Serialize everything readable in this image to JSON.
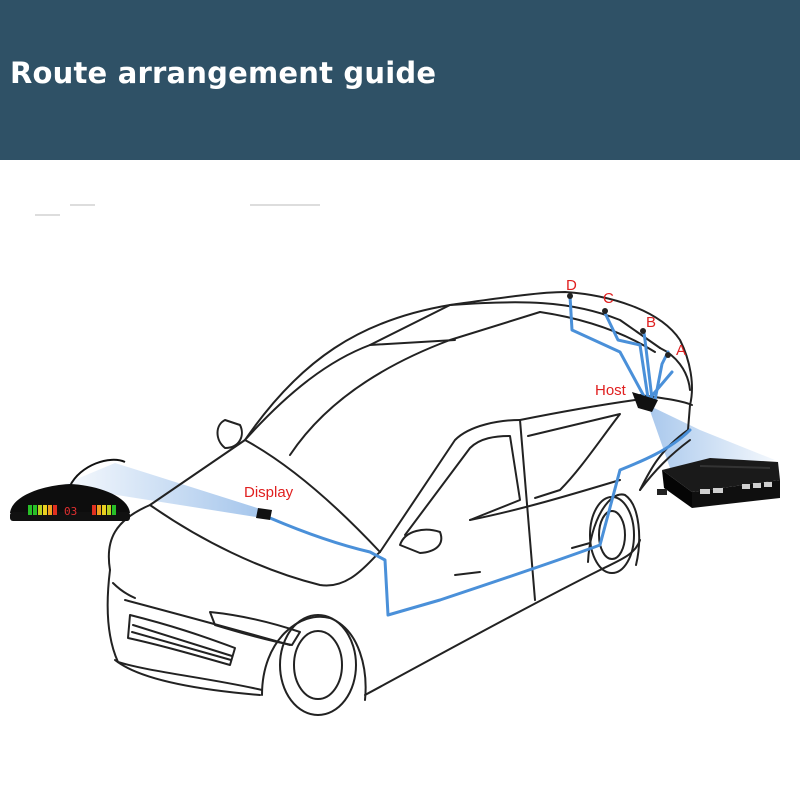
{
  "header": {
    "title": "Route arrangement guide",
    "background_color": "#2f5166"
  },
  "diagram": {
    "labels": {
      "display": "Display",
      "host": "Host",
      "sensor_a": "A",
      "sensor_b": "B",
      "sensor_c": "C",
      "sensor_d": "D"
    },
    "display_readout": "03",
    "label_color": "#e02020",
    "wire_color": "#4a90d9",
    "icons": [
      "car-outline",
      "display-unit-icon",
      "host-box-icon"
    ]
  }
}
